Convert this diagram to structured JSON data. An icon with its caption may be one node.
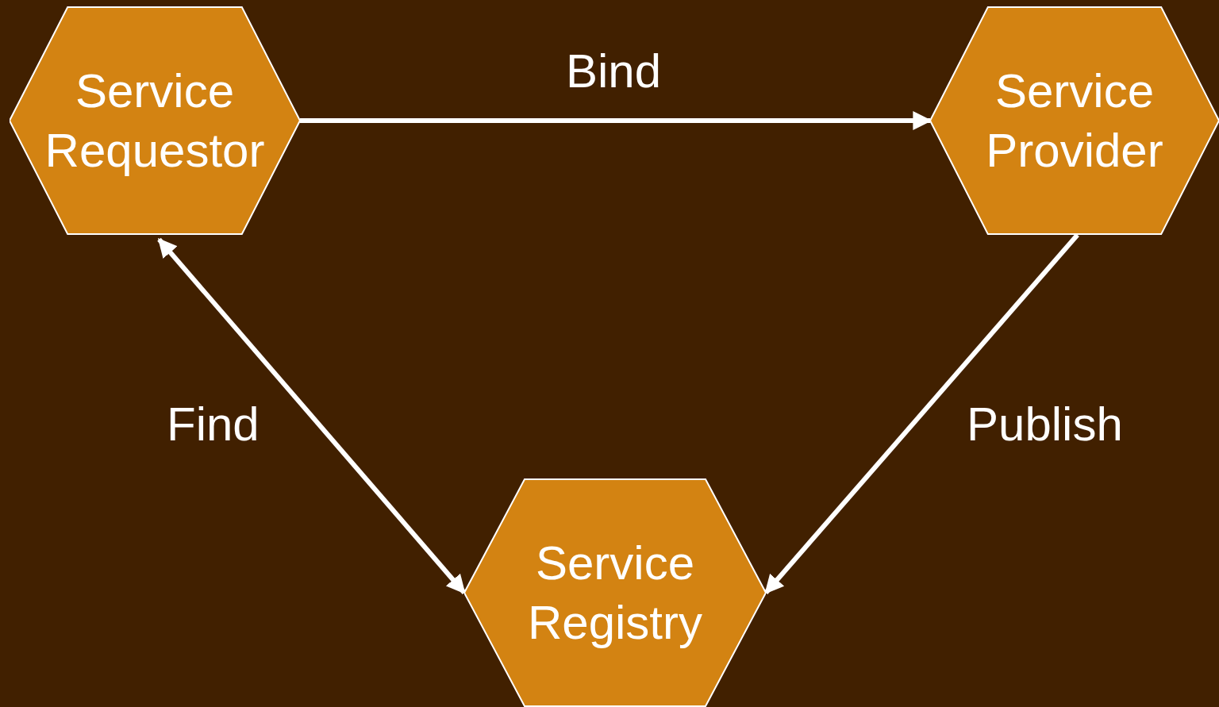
{
  "diagram": {
    "nodes": [
      {
        "text": [
          "Service Requestor"
        ]
      },
      {
        "text": [
          "Service Provider"
        ]
      },
      {
        "text": [
          "Service Registry"
        ]
      }
    ],
    "edges": [
      {
        "from": 0,
        "to": 1,
        "arrow": "to",
        "label": "Bind"
      },
      {
        "from": 0,
        "to": 2,
        "arrow": "both",
        "label": "Find"
      },
      {
        "from": 1,
        "to": 2,
        "arrow": "to",
        "label": "Publish"
      }
    ]
  }
}
